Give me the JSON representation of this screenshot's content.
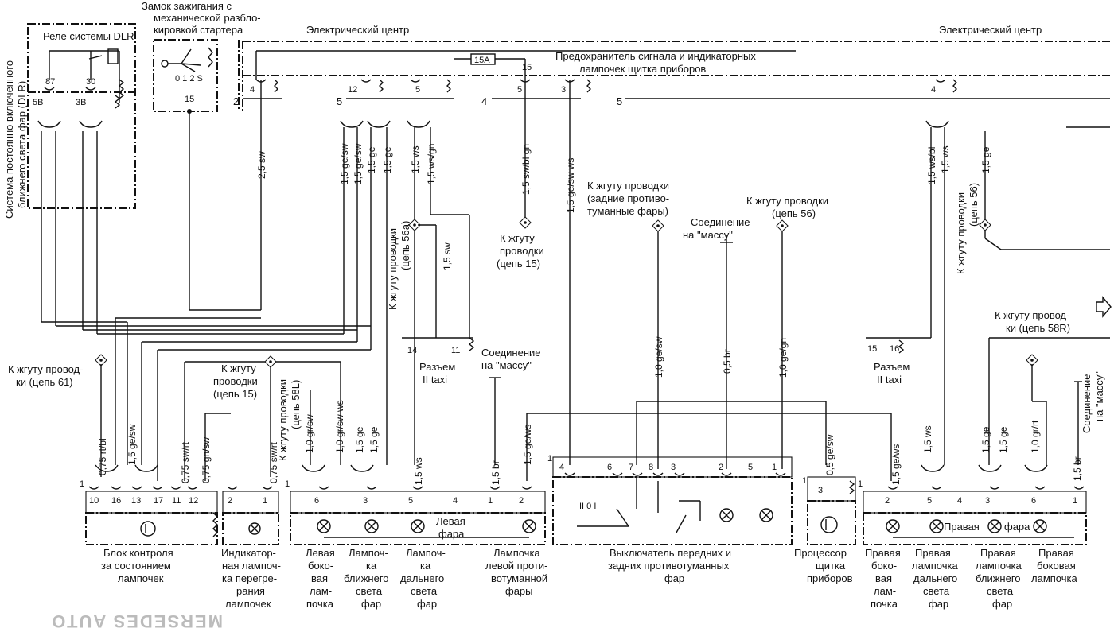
{
  "labels": {
    "ignition": [
      "Замок зажигания с",
      "механической разбло-",
      "кировкой стартера"
    ],
    "dlr_relay": "Реле системы DLR",
    "dlr_system_vertical": [
      "Система постоянно включенного",
      "ближнего света фар (DLR)"
    ],
    "electric_center_left": "Электрический  центр",
    "electric_center_right": "Электрический  центр",
    "fuse_label": [
      "Предохранитель  сигнала  и  индикаторных",
      "лампочек  щитка  приборов"
    ],
    "fuse_id": "15A",
    "harness_rear_fog": [
      "К  жгуту  проводки",
      "(задние  противо-",
      "туманные  фары)"
    ],
    "ground_conn_1": [
      "Соединение",
      "на  \"массу\""
    ],
    "harness_56": [
      "К  жгуту  проводки",
      "(цепь  56)"
    ],
    "harness_15_a": [
      "К  жгуту",
      "проводки",
      "(цепь  15)"
    ],
    "harness_56a": [
      "К  жгуту  проводки",
      "(цепь  56a)"
    ],
    "harness_56_right": [
      "К  жгуту  проводки",
      "(цепь  56)"
    ],
    "harness_58R": [
      "К  жгуту  провод-",
      "ки  (цепь  58R)"
    ],
    "ground_conn_right": [
      "Соединение",
      "на  \"массу\""
    ],
    "harness_61": [
      "К  жгуту  провод-",
      "ки  (цепь  61)"
    ],
    "harness_15_b": [
      "К  жгуту",
      "проводки",
      "(цепь  15)"
    ],
    "harness_58L": [
      "К  жгуту  проводки",
      "(цепь  58L)"
    ],
    "connector_taxi_left": [
      "Разъем",
      "II  taxi"
    ],
    "ground_conn_2": [
      "Соединение",
      "на  \"массу\""
    ],
    "connector_taxi_right": [
      "Разъем",
      "II  taxi"
    ],
    "left_headlight": [
      "Левая",
      "фара"
    ],
    "right_headlight_a": "Правая",
    "right_headlight_b": "фара"
  },
  "captions": {
    "bulb_monitor": [
      "Блок  контроля",
      "за  состоянием",
      "лампочек"
    ],
    "overheat_lamp": [
      "Индикатор-",
      "ная  лампоч-",
      "ка  перегре-",
      "рания",
      "лампочек"
    ],
    "left_side_lamp": [
      "Левая",
      "боко-",
      "вая",
      "лам-",
      "почка"
    ],
    "low_beam_lamp": [
      "Лампоч-",
      "ка",
      "ближнего",
      "света",
      "фар"
    ],
    "high_beam_lamp": [
      "Лампоч-",
      "ка",
      "дальнего",
      "света",
      "фар"
    ],
    "left_fog_lamp": [
      "Лампочка",
      "левой  проти-",
      "вотуманной",
      "фары"
    ],
    "fog_switch": [
      "Выключатель  передних  и",
      "задних  противотуманных",
      "фар"
    ],
    "cluster_processor": [
      "Процессор",
      "щитка",
      "приборов"
    ],
    "right_side_lamp_1": [
      "Правая",
      "боко-",
      "вая",
      "лам-",
      "почка"
    ],
    "right_high_beam": [
      "Правая",
      "лампочка",
      "дальнего",
      "света",
      "фар"
    ],
    "right_low_beam": [
      "Правая",
      "лампочка",
      "ближнего",
      "света",
      "фар"
    ],
    "right_side_lamp_2": [
      "Правая",
      "боковая",
      "лампочка"
    ]
  },
  "wires": {
    "w_25sw": "2,5  sw",
    "w_15gesw_a": "1,5  ge/sw",
    "w_15gesw_b": "1,5  ge/sw",
    "w_15ge_a": "1,5  ge",
    "w_15ge_b": "1,5  ge",
    "w_15ws_a": "1,5  ws",
    "w_15wsgn": "1,5  ws/gn",
    "w_15swbl": "1,5  sw/bl  gn",
    "w_15gesw_ws": "1,5  ge/sw  ws",
    "w_15sw": "1,5  sw",
    "w_15wsbl": "1,5  ws/bl",
    "w_15ws_r": "1,5  ws",
    "w_15ge_r": "1,5  ge",
    "w_10gesw": "1,0  ge/sw",
    "w_05br": "0,5  br",
    "w_10gegn": "1,0  ge/gn",
    "w_075rtbl": "0,75  rt/bl",
    "w_15gesw_c": "1,5  ge/sw",
    "w_075swrt": "0,75  sw/rt",
    "w_075gnsw": "0,75  gn/sw",
    "w_075swrt_b": "0,75  sw/rt",
    "w_10grsw": "1,0  gr/sw",
    "w_10grsw_ws": "1,0  gr/sw  ws",
    "w_15ge_c": "1,5  ge",
    "w_15ge_d": "1,5  ge",
    "w_15ws_b": "1,5  ws",
    "w_15br": "1,5  br",
    "w_15gews": "1,5  ge/ws",
    "w_05gesw": "0,5  ge/sw",
    "w_15gews_r": "1,5  ge/ws",
    "w_15ws_rr": "1,5  ws",
    "w_15ge_rr1": "1,5  ge",
    "w_15ge_rr2": "1,5  ge",
    "w_10grrt": "1,0  gr/rt",
    "w_15br_r": "1,5  br"
  },
  "pins": {
    "relay": [
      "87",
      "30",
      "5B",
      "3B"
    ],
    "ignition_positions": "0  1 2 S",
    "ignition_pin": "15",
    "top_nums": [
      "4",
      "12",
      "5",
      "15",
      "5",
      "3",
      "4"
    ],
    "bus_nums": [
      "2",
      "5",
      "4",
      "5"
    ],
    "monitor": [
      "10",
      "16",
      "13",
      "17",
      "11",
      "12"
    ],
    "overheat": [
      "2",
      "1"
    ],
    "left_headlight": [
      "6",
      "3",
      "5",
      "4",
      "1",
      "2"
    ],
    "switch": [
      "4",
      "6",
      "7",
      "8",
      "3",
      "2",
      "5",
      "1"
    ],
    "switch_pos": "II 0  I",
    "cluster": [
      "3"
    ],
    "right_headlight": [
      "2",
      "5",
      "4",
      "3",
      "6",
      "1"
    ],
    "taxi_left": [
      "14",
      "11"
    ],
    "taxi_right": [
      "15",
      "16"
    ],
    "row_mark": [
      "1",
      "1",
      "1",
      "1",
      "1"
    ]
  },
  "watermark": [
    "MERSEDES  AUTO"
  ]
}
